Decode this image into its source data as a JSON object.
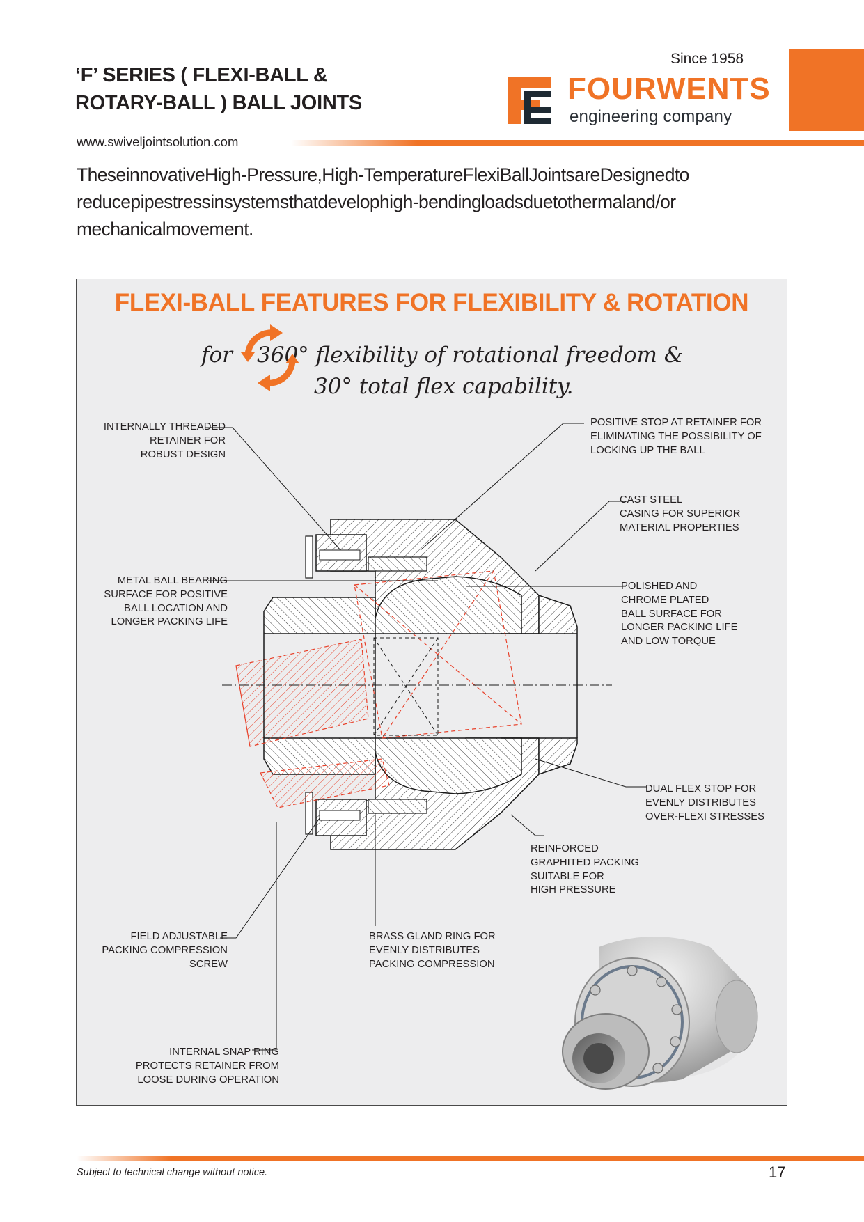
{
  "header": {
    "title_lines": [
      "‘F’ SERIES ( FLEXI-BALL &",
      "ROTARY-BALL ) BALL JOINTS"
    ],
    "since": "Since 1958",
    "brand_name": "FOURWENTS",
    "brand_sub": "engineering company",
    "website": "www.swiveljointsolution.com"
  },
  "intro": "TheseinnovativeHigh-Pressure,High-TemperatureFlexiBallJointsareDesignedto reducepipestressinsystemsthatdevelophigh-bendingloadsduetothermaland/or mechanicalmovement.",
  "panel": {
    "title": "FLEXI-BALL FEATURES FOR FLEXIBILITY  &  ROTATION",
    "flex_for": "for",
    "flex_line1": "360°  flexibility of rotational freedom &",
    "flex_line2": "30°  total flex capability.",
    "callouts": {
      "internally_threaded": "INTERNALLY THREADED\nRETAINER FOR\nROBUST DESIGN",
      "positive_stop": "POSITIVE STOP AT RETAINER FOR\nELIMINATING THE POSSIBILITY OF\nLOCKING UP THE BALL",
      "cast_steel": "CAST STEEL\nCASING FOR SUPERIOR\nMATERIAL PROPERTIES",
      "metal_ball_bearing": "METAL BALL BEARING\nSURFACE FOR POSITIVE\nBALL LOCATION AND\nLONGER PACKING LIFE",
      "polished_chrome": "POLISHED AND\nCHROME PLATED\nBALL SURFACE FOR\nLONGER PACKING LIFE\nAND LOW TORQUE",
      "dual_flex_stop": "DUAL FLEX STOP FOR\nEVENLY  DISTRIBUTES\nOVER-FLEXI STRESSES",
      "reinforced_packing": "REINFORCED\nGRAPHITED PACKING\nSUITABLE FOR\nHIGH PRESSURE",
      "field_adjustable": "FIELD ADJUSTABLE\nPACKING COMPRESSION\nSCREW",
      "brass_gland": "BRASS GLAND RING FOR\nEVENLY DISTRIBUTES\nPACKING COMPRESSION",
      "snap_ring": "INTERNAL SNAP RING\nPROTECTS RETAINER FROM\nLOOSE DURING OPERATION"
    }
  },
  "footer": {
    "note": "Subject to technical change without notice.",
    "page_number": "17"
  },
  "colors": {
    "accent": "#f07326",
    "dark": "#231f20",
    "panel_bg": "#ededee",
    "dashed_red": "#e8412a"
  }
}
